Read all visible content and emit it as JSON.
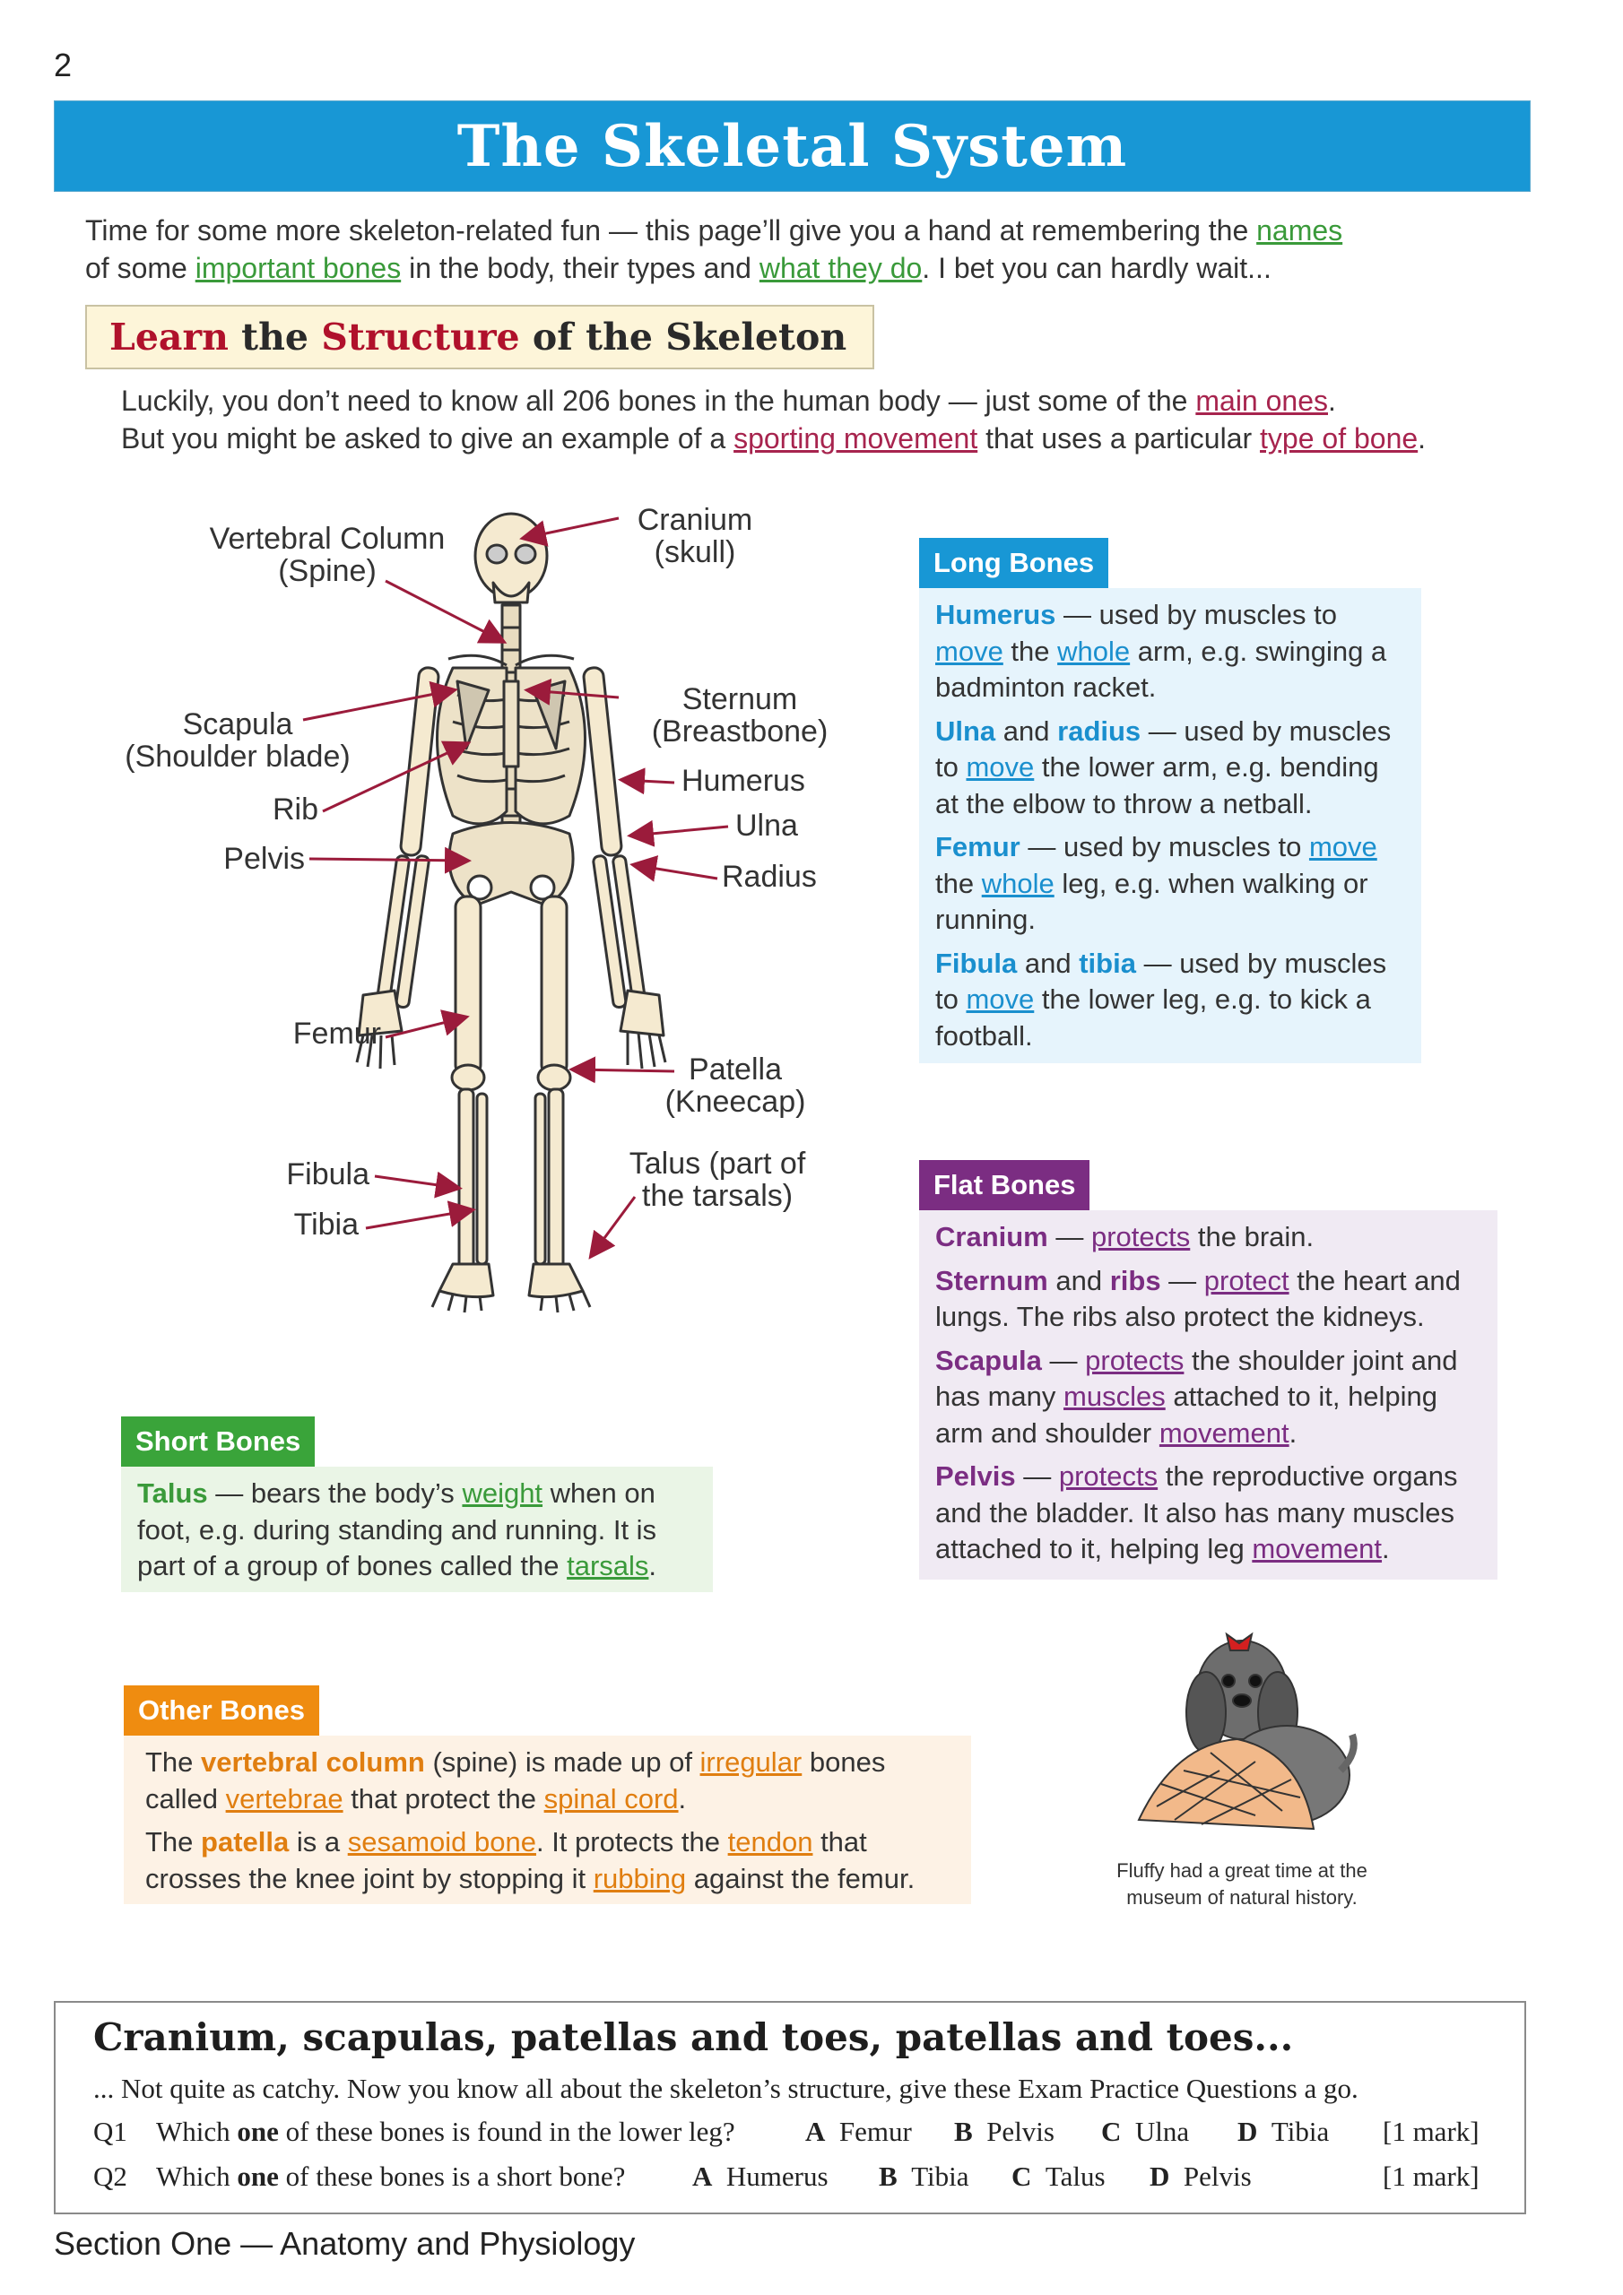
{
  "page_number": "2",
  "title": "The Skeletal System",
  "intro": {
    "t1": "Time for some more skeleton-related fun — this page’ll give you a hand at remembering the ",
    "l1": "names",
    "t2": "of some ",
    "l2": "important bones",
    "t3": " in the body, their types and ",
    "l3": "what they do",
    "t4": ".  I bet you can hardly wait..."
  },
  "section": {
    "w1": "Learn",
    "w2": " the ",
    "w3": "Structure",
    "w4": " of the Skeleton"
  },
  "subintro": {
    "t1": "Luckily, you don’t need to know all 206 bones in the human body — just some of the ",
    "l1": "main ones",
    "t2": ".",
    "t3": "But you might be asked to give an example of a ",
    "l2": "sporting movement",
    "t4": " that uses a particular ",
    "l3": "type of bone",
    "t5": "."
  },
  "labels": {
    "vertebral_1": "Vertebral Column",
    "vertebral_2": "(Spine)",
    "cranium_1": "Cranium",
    "cranium_2": "(skull)",
    "sternum_1": "Sternum",
    "sternum_2": "(Breastbone)",
    "scapula_1": "Scapula",
    "scapula_2": "(Shoulder blade)",
    "rib": "Rib",
    "humerus": "Humerus",
    "ulna": "Ulna",
    "pelvis": "Pelvis",
    "radius": "Radius",
    "femur": "Femur",
    "patella_1": "Patella",
    "patella_2": "(Kneecap)",
    "fibula": "Fibula",
    "talus_1": "Talus (part of",
    "talus_2": "the tarsals)",
    "tibia": "Tibia"
  },
  "long_bones": {
    "tag": "Long Bones",
    "p1": {
      "b": "Humerus",
      "t1": " — used by muscles to ",
      "l1": "move",
      "t2": " the ",
      "l2": "whole",
      "t3": " arm, e.g. swinging a badminton racket."
    },
    "p2": {
      "b1": "Ulna",
      "t1": " and ",
      "b2": "radius",
      "t2": " — used by muscles to ",
      "l1": "move",
      "t3": " the lower arm, e.g. bending at the elbow to throw a netball."
    },
    "p3": {
      "b": "Femur",
      "t1": " — used by muscles to ",
      "l1": "move",
      "t2": " the ",
      "l2": "whole",
      "t3": " leg, e.g. when walking or running."
    },
    "p4": {
      "b1": "Fibula",
      "t1": " and ",
      "b2": "tibia",
      "t2": " — used by muscles to ",
      "l1": "move",
      "t3": " the lower leg, e.g. to kick a football."
    }
  },
  "flat_bones": {
    "tag": "Flat Bones",
    "p1": {
      "b": "Cranium",
      "t1": " — ",
      "l1": "protects",
      "t2": " the brain."
    },
    "p2": {
      "b1": "Sternum",
      "t1": " and ",
      "b2": "ribs",
      "t2": " — ",
      "l1": "protect",
      "t3": " the heart and lungs.  The ribs also protect the kidneys."
    },
    "p3": {
      "b": "Scapula",
      "t1": " — ",
      "l1": "protects",
      "t2": " the shoulder joint and has many ",
      "l2": "muscles",
      "t3": " attached to it, helping arm and shoulder ",
      "l3": "movement",
      "t4": "."
    },
    "p4": {
      "b": "Pelvis",
      "t1": " — ",
      "l1": "protects",
      "t2": " the reproductive organs and the bladder.  It also has many muscles attached to it, helping leg ",
      "l2": "movement",
      "t3": "."
    }
  },
  "short_bones": {
    "tag": "Short Bones",
    "p1": {
      "b": "Talus",
      "t1": " — bears the body’s ",
      "l1": "weight",
      "t2": " when on foot, e.g. during standing and running.  It is part of a group of bones called the ",
      "l2": "tarsals",
      "t3": "."
    }
  },
  "other_bones": {
    "tag": "Other Bones",
    "p1": {
      "t0": "The ",
      "b": "vertebral column",
      "t1": " (spine) is made up of ",
      "l1": "irregular",
      "t2": " bones called ",
      "l2": "vertebrae",
      "t3": " that protect the ",
      "l3": "spinal cord",
      "t4": "."
    },
    "p2": {
      "t0": "The ",
      "b": "patella",
      "t1": " is a ",
      "l1": "sesamoid bone",
      "t2": ".  It protects the ",
      "l2": "tendon",
      "t3": " that crosses the knee joint by stopping it ",
      "l3": "rubbing",
      "t4": " against the femur."
    }
  },
  "caption": {
    "line1": "Fluffy had a great time at the",
    "line2": "museum of natural history."
  },
  "exam": {
    "title": "Cranium, scapulas, patellas and toes, patellas and toes...",
    "intro": "... Not quite as catchy.  Now you know all about the skeleton’s structure, give these Exam Practice Questions a go.",
    "q1": {
      "num": "Q1",
      "t1": "Which ",
      "b": "one",
      "t2": " of these bones is found in the lower leg?",
      "oa": "A",
      "a": "Femur",
      "ob": "B",
      "bv": "Pelvis",
      "oc": "C",
      "c": "Ulna",
      "od": "D",
      "d": "Tibia",
      "marks": "[1 mark]"
    },
    "q2": {
      "num": "Q2",
      "t1": "Which ",
      "b": "one",
      "t2": " of these bones is a short bone?",
      "oa": "A",
      "a": "Humerus",
      "ob": "B",
      "bv": "Tibia",
      "oc": "C",
      "c": "Talus",
      "od": "D",
      "d": "Pelvis",
      "marks": "[1 mark]"
    }
  },
  "footer": {
    "section": "Section One",
    "sep": " — ",
    "name": "Anatomy and Physiology"
  },
  "colors": {
    "title_blue": "#1897d5",
    "long": "#1897d5",
    "flat": "#7b2d82",
    "short": "#3aa43a",
    "other": "#ef8c10",
    "arrow": "#9b1b3b"
  }
}
